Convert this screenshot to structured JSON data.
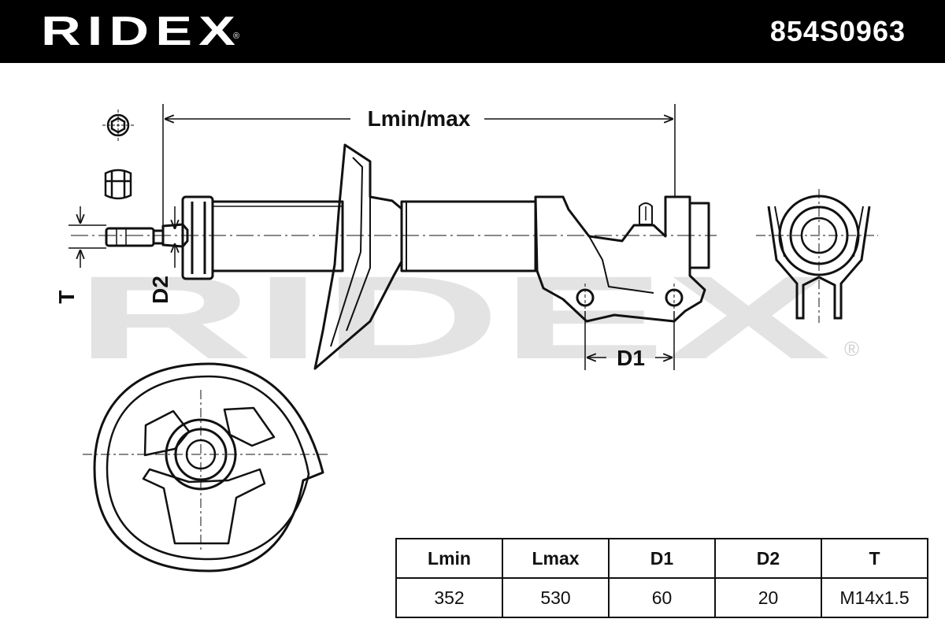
{
  "header": {
    "brand": "RIDEX",
    "brand_mark": "®",
    "part_number": "854S0963"
  },
  "watermark": {
    "text": "RIDEX",
    "mark": "®"
  },
  "drawing": {
    "labels": {
      "length": "Lmin/max",
      "d1": "D1",
      "d2": "D2",
      "t": "T"
    }
  },
  "spec_table": {
    "headers": [
      "Lmin",
      "Lmax",
      "D1",
      "D2",
      "T"
    ],
    "values": [
      "352",
      "530",
      "60",
      "20",
      "M14x1.5"
    ]
  },
  "colors": {
    "header_bg": "#000000",
    "line": "#111111",
    "watermark": "#e3e3e3"
  }
}
